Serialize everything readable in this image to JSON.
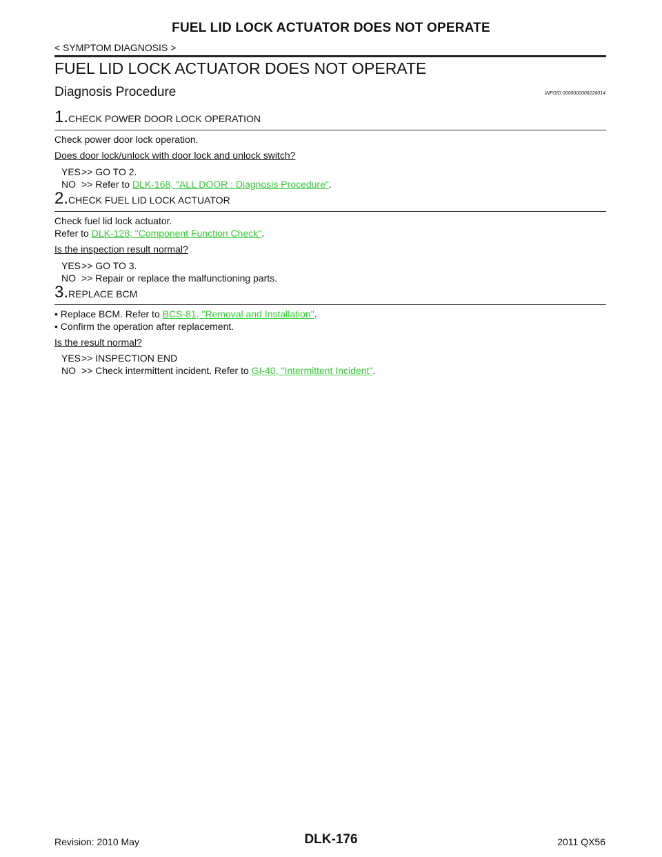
{
  "header": {
    "title": "FUEL LID LOCK ACTUATOR DOES NOT OPERATE",
    "breadcrumb": "< SYMPTOM DIAGNOSIS >"
  },
  "section": {
    "title": "FUEL LID LOCK ACTUATOR DOES NOT OPERATE",
    "subtitle": "Diagnosis Procedure",
    "info_id": "INFOID:0000000006226014"
  },
  "steps": [
    {
      "number": "1.",
      "title": "CHECK POWER DOOR LOCK OPERATION",
      "line1": "Check power door lock operation.",
      "question": "Does door lock/unlock with door lock and unlock switch?",
      "yes_key": "YES",
      "yes_text": ">> GO TO 2.",
      "no_key": "NO",
      "no_prefix": ">> Refer to ",
      "no_link": "DLK-168, \"ALL DOOR : Diagnosis Procedure\"",
      "no_suffix": "."
    },
    {
      "number": "2.",
      "title": "CHECK FUEL LID LOCK ACTUATOR",
      "line1": "Check fuel lid lock actuator.",
      "refer_prefix": "Refer to ",
      "refer_link": "DLK-128, \"Component Function Check\"",
      "refer_suffix": ".",
      "question": "Is the inspection result normal?",
      "yes_key": "YES",
      "yes_text": ">> GO TO 3.",
      "no_key": "NO",
      "no_text": ">> Repair or replace the malfunctioning parts."
    },
    {
      "number": "3.",
      "title": "REPLACE BCM",
      "bullet1_prefix": "• Replace BCM. Refer to ",
      "bullet1_link": "BCS-81, \"Removal and Installation\"",
      "bullet1_suffix": ".",
      "bullet2": "• Confirm the operation after replacement.",
      "question": "Is the result normal?",
      "yes_key": "YES",
      "yes_text": ">> INSPECTION END",
      "no_key": "NO",
      "no_prefix": ">> Check intermittent incident. Refer to ",
      "no_link": "GI-40, \"Intermittent Incident\"",
      "no_suffix": "."
    }
  ],
  "footer": {
    "revision": "Revision: 2010 May",
    "page": "DLK-176",
    "model": "2011 QX56"
  },
  "colors": {
    "link": "#33cc33",
    "rule": "#222222"
  }
}
